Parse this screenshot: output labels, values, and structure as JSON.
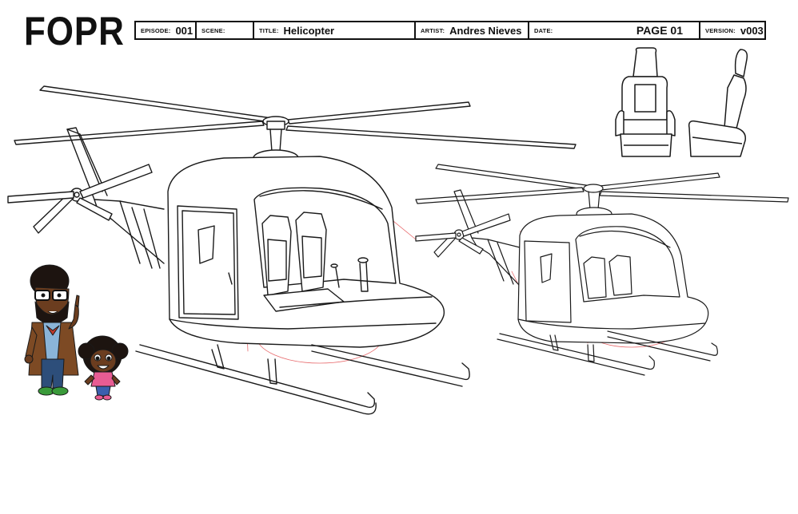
{
  "logo": "FOPR",
  "title_block": {
    "episode_label": "EPISODE:",
    "episode_value": "001",
    "scene_label": "SCENE:",
    "scene_value": "",
    "title_label": "TITLE:",
    "title_value": "Helicopter",
    "artist_label": "ARTIST:",
    "artist_value": "Andres Nieves",
    "date_label": "DATE:",
    "date_value": "",
    "page_value": "PAGE  01",
    "version_label": "VERSION:",
    "version_value": "v003"
  },
  "colors": {
    "line": "#1a1a1a",
    "construction": "#e0383b",
    "dad_coat": "#7d4a24",
    "dad_pants": "#2d4e7a",
    "dad_shirt": "#8ab4d8",
    "dad_shoes": "#3a9a3a",
    "skin": "#6b3d1f",
    "hair": "#1d1410",
    "girl_shirt": "#e85c93",
    "girl_pants": "#3b5fae"
  },
  "illustrations": [
    "helicopter-large-icon",
    "helicopter-small-icon",
    "seat-front-icon",
    "seat-side-icon",
    "characters-icon"
  ]
}
